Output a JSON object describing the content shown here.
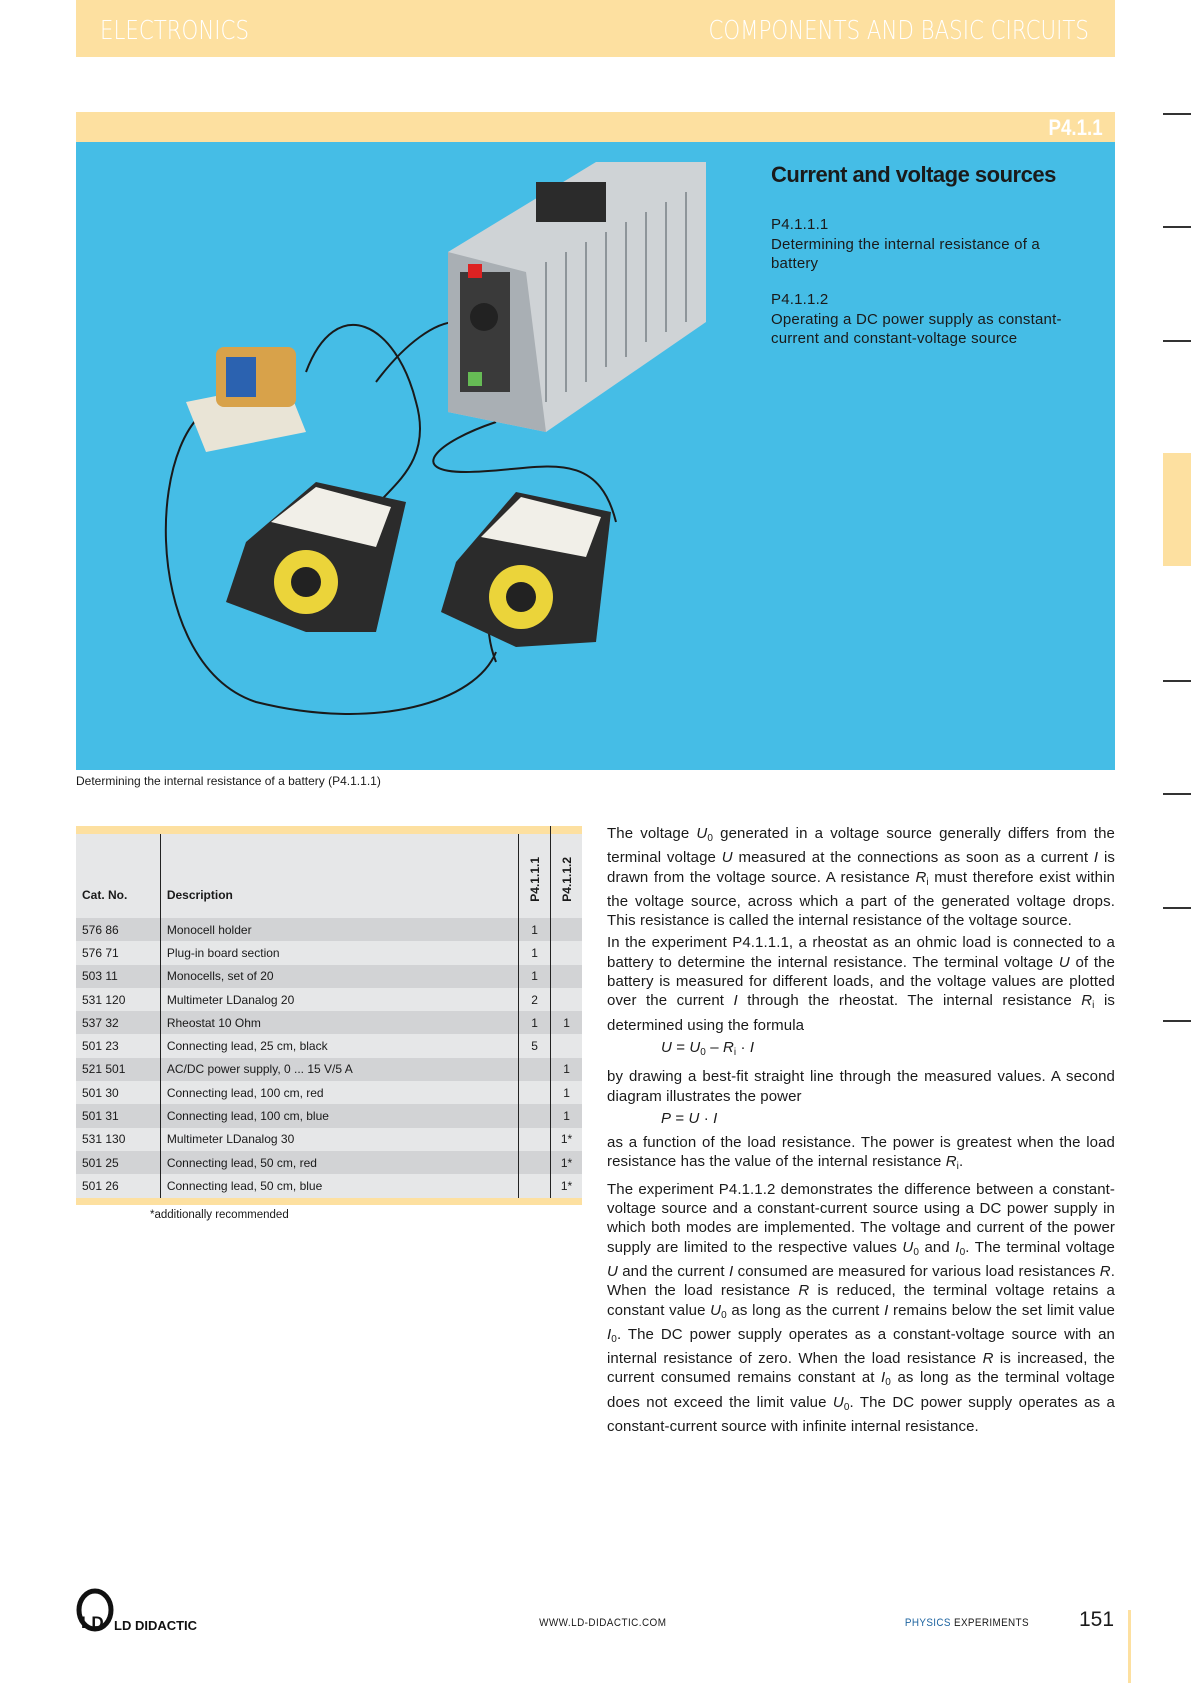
{
  "header": {
    "section": "ELECTRONICS",
    "subsection": "COMPONENTS AND BASIC CIRCUITS",
    "code": "P4.1.1"
  },
  "panel": {
    "title": "Current and voltage sources",
    "experiments": [
      {
        "code": "P4.1.1.1",
        "title": "Determining the internal resistance of a battery"
      },
      {
        "code": "P4.1.1.2",
        "title": "Operating a DC power supply as constant-current and constant-voltage source"
      }
    ]
  },
  "caption": "Determining the internal resistance of a battery (P4.1.1.1)",
  "table": {
    "headers": [
      "Cat. No.",
      "Description",
      "P4.1.1.1",
      "P4.1.1.2"
    ],
    "rows": [
      [
        "576 86",
        "Monocell holder",
        "1",
        ""
      ],
      [
        "576 71",
        "Plug-in board section",
        "1",
        ""
      ],
      [
        "503 11",
        "Monocells, set of 20",
        "1",
        ""
      ],
      [
        "531 120",
        "Multimeter LDanalog 20",
        "2",
        ""
      ],
      [
        "537 32",
        "Rheostat 10 Ohm",
        "1",
        "1"
      ],
      [
        "501 23",
        "Connecting lead, 25 cm, black",
        "5",
        ""
      ],
      [
        "521 501",
        "AC/DC power supply, 0 ... 15 V/5 A",
        "",
        "1"
      ],
      [
        "501 30",
        "Connecting lead, 100 cm, red",
        "",
        "1"
      ],
      [
        "501 31",
        "Connecting lead, 100 cm, blue",
        "",
        "1"
      ],
      [
        "531 130",
        "Multimeter LDanalog 30",
        "",
        "1*"
      ],
      [
        "501 25",
        "Connecting lead, 50 cm, red",
        "",
        "1*"
      ],
      [
        "501 26",
        "Connecting lead, 50 cm, blue",
        "",
        "1*"
      ]
    ],
    "footnote": "*additionally recommended"
  },
  "body": [
    {
      "type": "p",
      "parts": [
        "The voltage ",
        {
          "v": "U",
          "s": "0"
        },
        " generated in a voltage source generally differs from the terminal voltage ",
        {
          "v": "U"
        },
        " measured at the connections as soon as a current ",
        {
          "v": "I"
        },
        " is drawn from the voltage source. A resistance ",
        {
          "v": "R",
          "s": "i"
        },
        " must therefore exist within the voltage source, across which a part of the generated voltage drops. This resistance is called the internal resistance of the voltage source."
      ]
    },
    {
      "type": "p",
      "parts": [
        "In the experiment P4.1.1.1, a rheostat as an ohmic load is connected to a battery to determine the internal resistance. The terminal voltage ",
        {
          "v": "U"
        },
        " of the battery is measured for different loads, and the voltage values are plotted over the current ",
        {
          "v": "I"
        },
        " through the rheostat. The internal resistance ",
        {
          "v": "R",
          "s": "i"
        },
        " is determined using the formula"
      ]
    },
    {
      "type": "f",
      "parts": [
        {
          "v": "U"
        },
        " = ",
        {
          "v": "U",
          "s": "0"
        },
        " – ",
        {
          "v": "R",
          "s": "i"
        },
        " · ",
        {
          "v": "I"
        }
      ]
    },
    {
      "type": "p",
      "parts": [
        "by drawing a best-fit straight line through the measured values. A second diagram illustrates the power"
      ]
    },
    {
      "type": "f",
      "parts": [
        {
          "v": "P"
        },
        " = ",
        {
          "v": "U"
        },
        " · ",
        {
          "v": "I"
        }
      ]
    },
    {
      "type": "p",
      "parts": [
        "as a function of the load resistance. The power is greatest when the load resistance has the value of the internal resistance ",
        {
          "v": "R",
          "s": "i"
        },
        "."
      ]
    },
    {
      "type": "p",
      "parts": [
        "The experiment P4.1.1.2 demonstrates the difference between a constant-voltage source and a constant-current source using a DC power supply in which both modes are implemented. The voltage and current of the power supply are limited to the respective values ",
        {
          "v": "U",
          "s": "0"
        },
        " and ",
        {
          "v": "I",
          "s": "0"
        },
        ". The terminal voltage ",
        {
          "v": "U"
        },
        " and the current ",
        {
          "v": "I"
        },
        " consumed are measured for various load resistances ",
        {
          "v": "R"
        },
        ". When the load resistance ",
        {
          "v": "R"
        },
        " is reduced, the terminal voltage retains a constant value ",
        {
          "v": "U",
          "s": "0"
        },
        " as long as the current ",
        {
          "v": "I"
        },
        " remains below the set limit value ",
        {
          "v": "I",
          "s": "0"
        },
        ". The DC power supply operates as a constant-voltage source with an internal resistance of zero. When the load resistance ",
        {
          "v": "R"
        },
        " is increased, the current consumed remains constant at ",
        {
          "v": "I",
          "s": "0"
        },
        " as long as the terminal voltage does not exceed the limit value ",
        {
          "v": "U",
          "s": "0"
        },
        ". The DC power supply operates as a constant-current source with infinite internal resistance."
      ]
    }
  ],
  "footer": {
    "brand": "LD DIDACTIC",
    "url": "WWW.LD-DIDACTIC.COM",
    "category_highlight": "PHYSICS",
    "category_rest": " EXPERIMENTS",
    "page": "151"
  },
  "colors": {
    "accent_yellow": "#fde0a0",
    "panel_blue": "#45bde6",
    "physics_blue": "#1e64a0"
  }
}
